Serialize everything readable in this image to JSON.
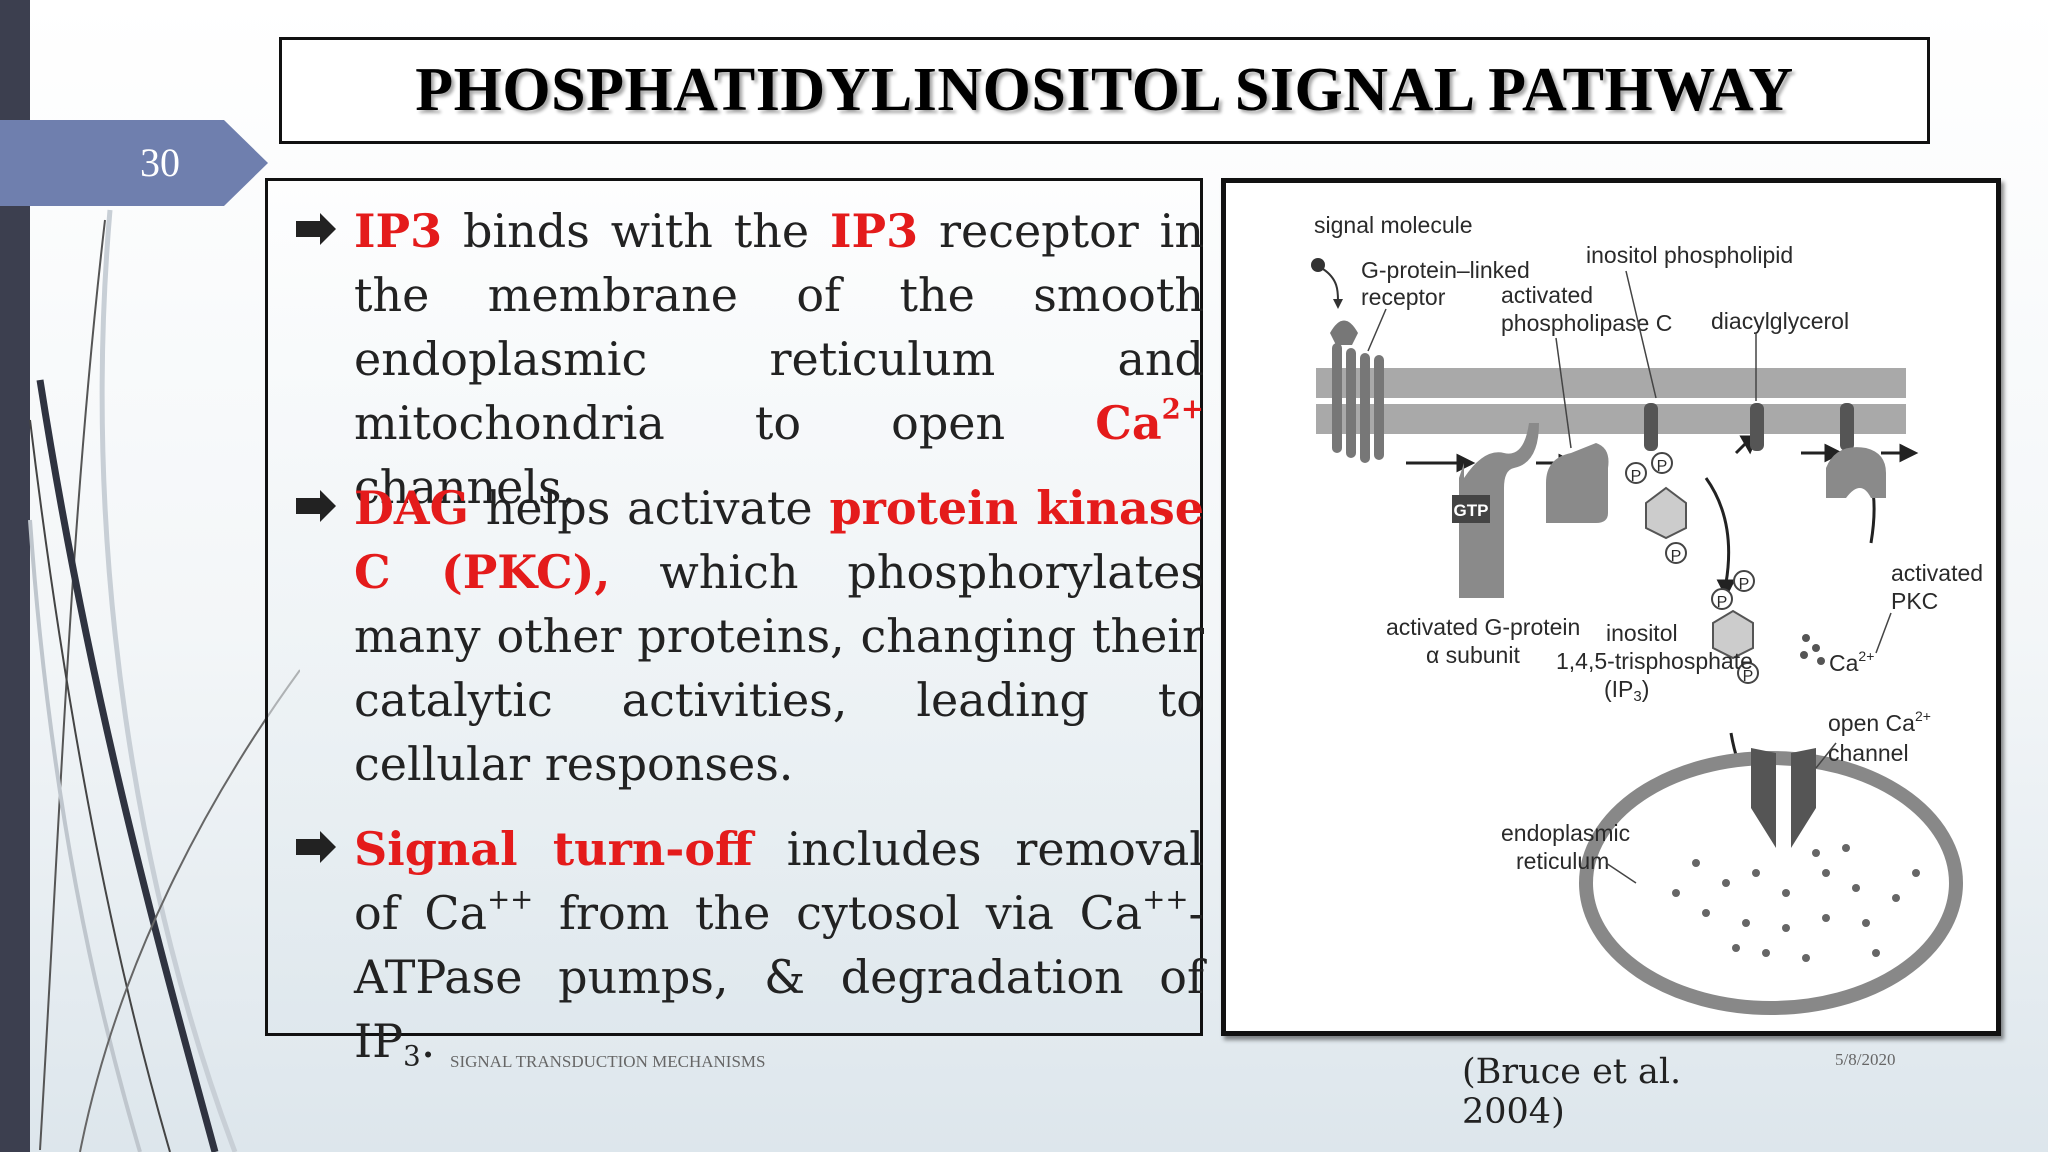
{
  "slide": {
    "number": "30"
  },
  "title": "PHOSPHATIDYLINOSITOL SIGNAL PATHWAY",
  "bullets": [
    {
      "p1_red": "IP3",
      "p2": " binds with the ",
      "p3_red": "IP3",
      "p4": " receptor in the membrane of the smooth endoplasmic reticulum and mitochondria to open ",
      "p5_red": "Ca",
      "p5_sup": "2+",
      "p6": " channels."
    },
    {
      "p1_red": "DAG",
      "p2": " helps activate ",
      "p3_red": "protein kinase C (PKC),",
      "p4": " which phosphorylates many other proteins, changing their catalytic activities, leading to cellular responses."
    },
    {
      "p1_red": "Signal turn-off",
      "p2": " includes removal of Ca",
      "p2_sup": "++",
      "p3": " from the cytosol via Ca",
      "p3_sup": "++",
      "p4": "-ATPase pumps, & degradation of IP",
      "p4_sub": "3",
      "p5": "."
    }
  ],
  "figure": {
    "labels": {
      "signal_molecule": "signal molecule",
      "receptor_1": "G-protein–linked",
      "receptor_2": "receptor",
      "inositol_phospholipid": "inositol phospholipid",
      "plc_1": "activated",
      "plc_2": "phospholipase C",
      "diacylglycerol": "diacylglycerol",
      "gtp": "GTP",
      "gprotein_1": "activated G-protein",
      "gprotein_2": "α subunit",
      "ip3_1": "inositol",
      "ip3_2": "1,4,5-trisphosphate",
      "ip3_3": "(IP",
      "ip3_3_sub": "3",
      "ip3_3_end": ")",
      "pkc_1": "activated",
      "pkc_2": "PKC",
      "ca": "Ca",
      "ca_sup": "2+",
      "channel_1": "open Ca",
      "channel_1_sup": "2+",
      "channel_2": "channel",
      "er_1": "endoplasmic",
      "er_2": "reticulum",
      "phosphate": "P"
    }
  },
  "footer": {
    "center": "SIGNAL TRANSDUCTION MECHANISMS",
    "date": "5/8/2020",
    "citation": "(Bruce et al. 2004)"
  },
  "colors": {
    "accent_red": "#e41b1b",
    "tab_blue": "#6f7fae",
    "left_bar": "#3c3f4f"
  }
}
